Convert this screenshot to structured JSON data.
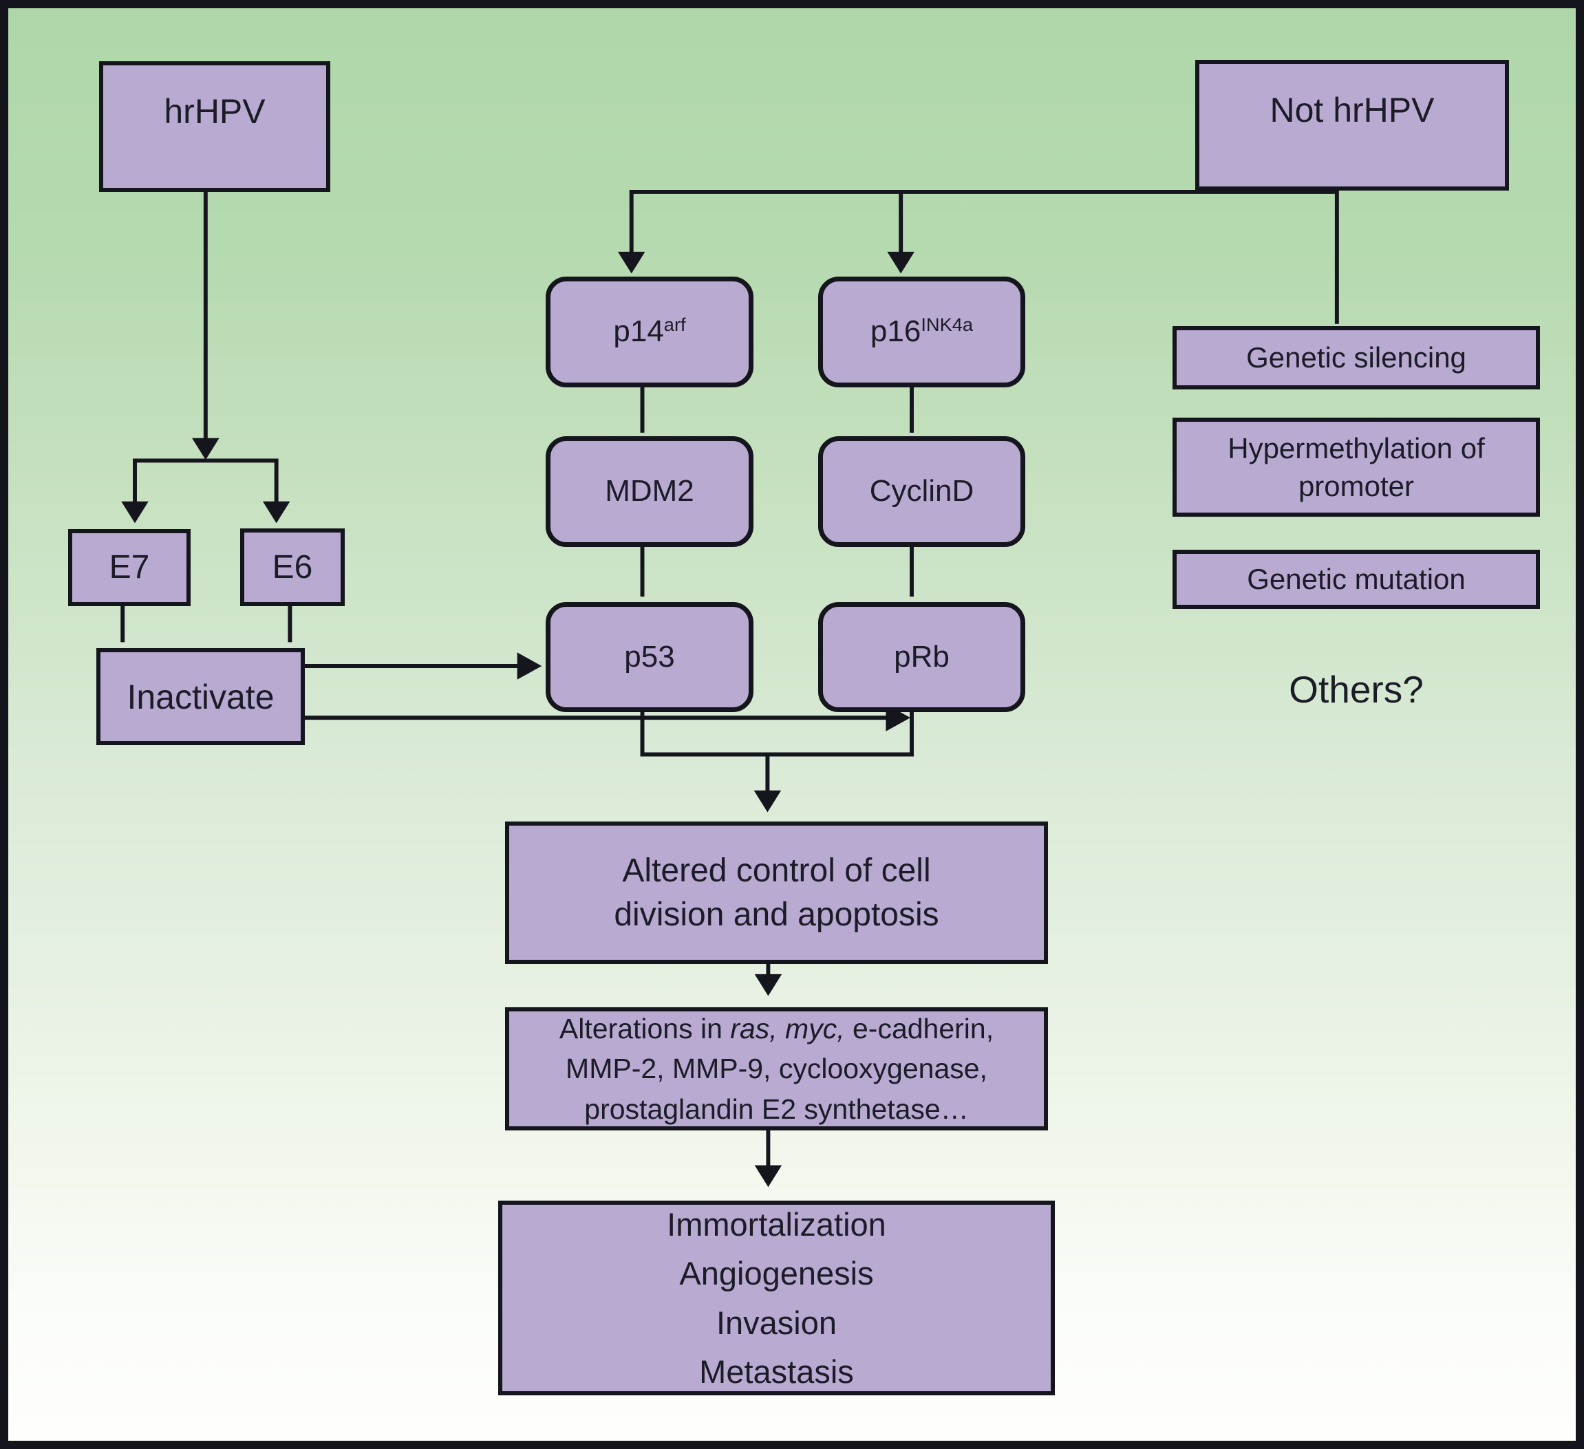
{
  "figure": {
    "type": "flow-diagram",
    "topic": "Pathways of altered cell control: hrHPV vs non-hrHPV mechanisms"
  },
  "colors": {
    "background_top": "#aed7a9",
    "background_middle": "#d9ead6",
    "background_bottom": "#fefefc",
    "node_fill": "#b9aad1",
    "node_border": "#15151d",
    "connector": "#15151d",
    "text": "#1c1c28"
  },
  "nodes": {
    "hrhpv": {
      "label": "hrHPV"
    },
    "not_hrhpv": {
      "label": "Not hrHPV"
    },
    "e7": {
      "label": "E7"
    },
    "e6": {
      "label": "E6"
    },
    "inactivate": {
      "label": "Inactivate"
    },
    "p14": {
      "base": "p14",
      "sup": "arf"
    },
    "p16": {
      "base": "p16",
      "sup": "INK4a"
    },
    "mdm2": {
      "label": "MDM2"
    },
    "cyclind": {
      "label": "CyclinD"
    },
    "p53": {
      "label": "p53"
    },
    "prb": {
      "label": "pRb"
    },
    "genetic_silencing": {
      "label": "Genetic silencing"
    },
    "hypermethylation": {
      "lines": [
        "Hypermethylation of",
        "promoter"
      ]
    },
    "genetic_mutation": {
      "label": "Genetic mutation"
    },
    "others": {
      "label": "Others?"
    },
    "altered_control": {
      "lines": [
        "Altered control of cell",
        "division and apoptosis"
      ]
    },
    "alterations": {
      "seglines": [
        [
          {
            "text": "Alterations in ",
            "italic": false
          },
          {
            "text": "ras, myc,",
            "italic": true
          },
          {
            "text": " e-cadherin,",
            "italic": false
          }
        ],
        [
          {
            "text": "MMP-2, MMP-9, cyclooxygenase,",
            "italic": false
          }
        ],
        [
          {
            "text": "prostaglandin E2 synthetase…",
            "italic": false
          }
        ]
      ]
    },
    "outcomes": {
      "lines": [
        "Immortalization",
        "Angiogenesis",
        "Invasion",
        "Metastasis"
      ]
    }
  }
}
